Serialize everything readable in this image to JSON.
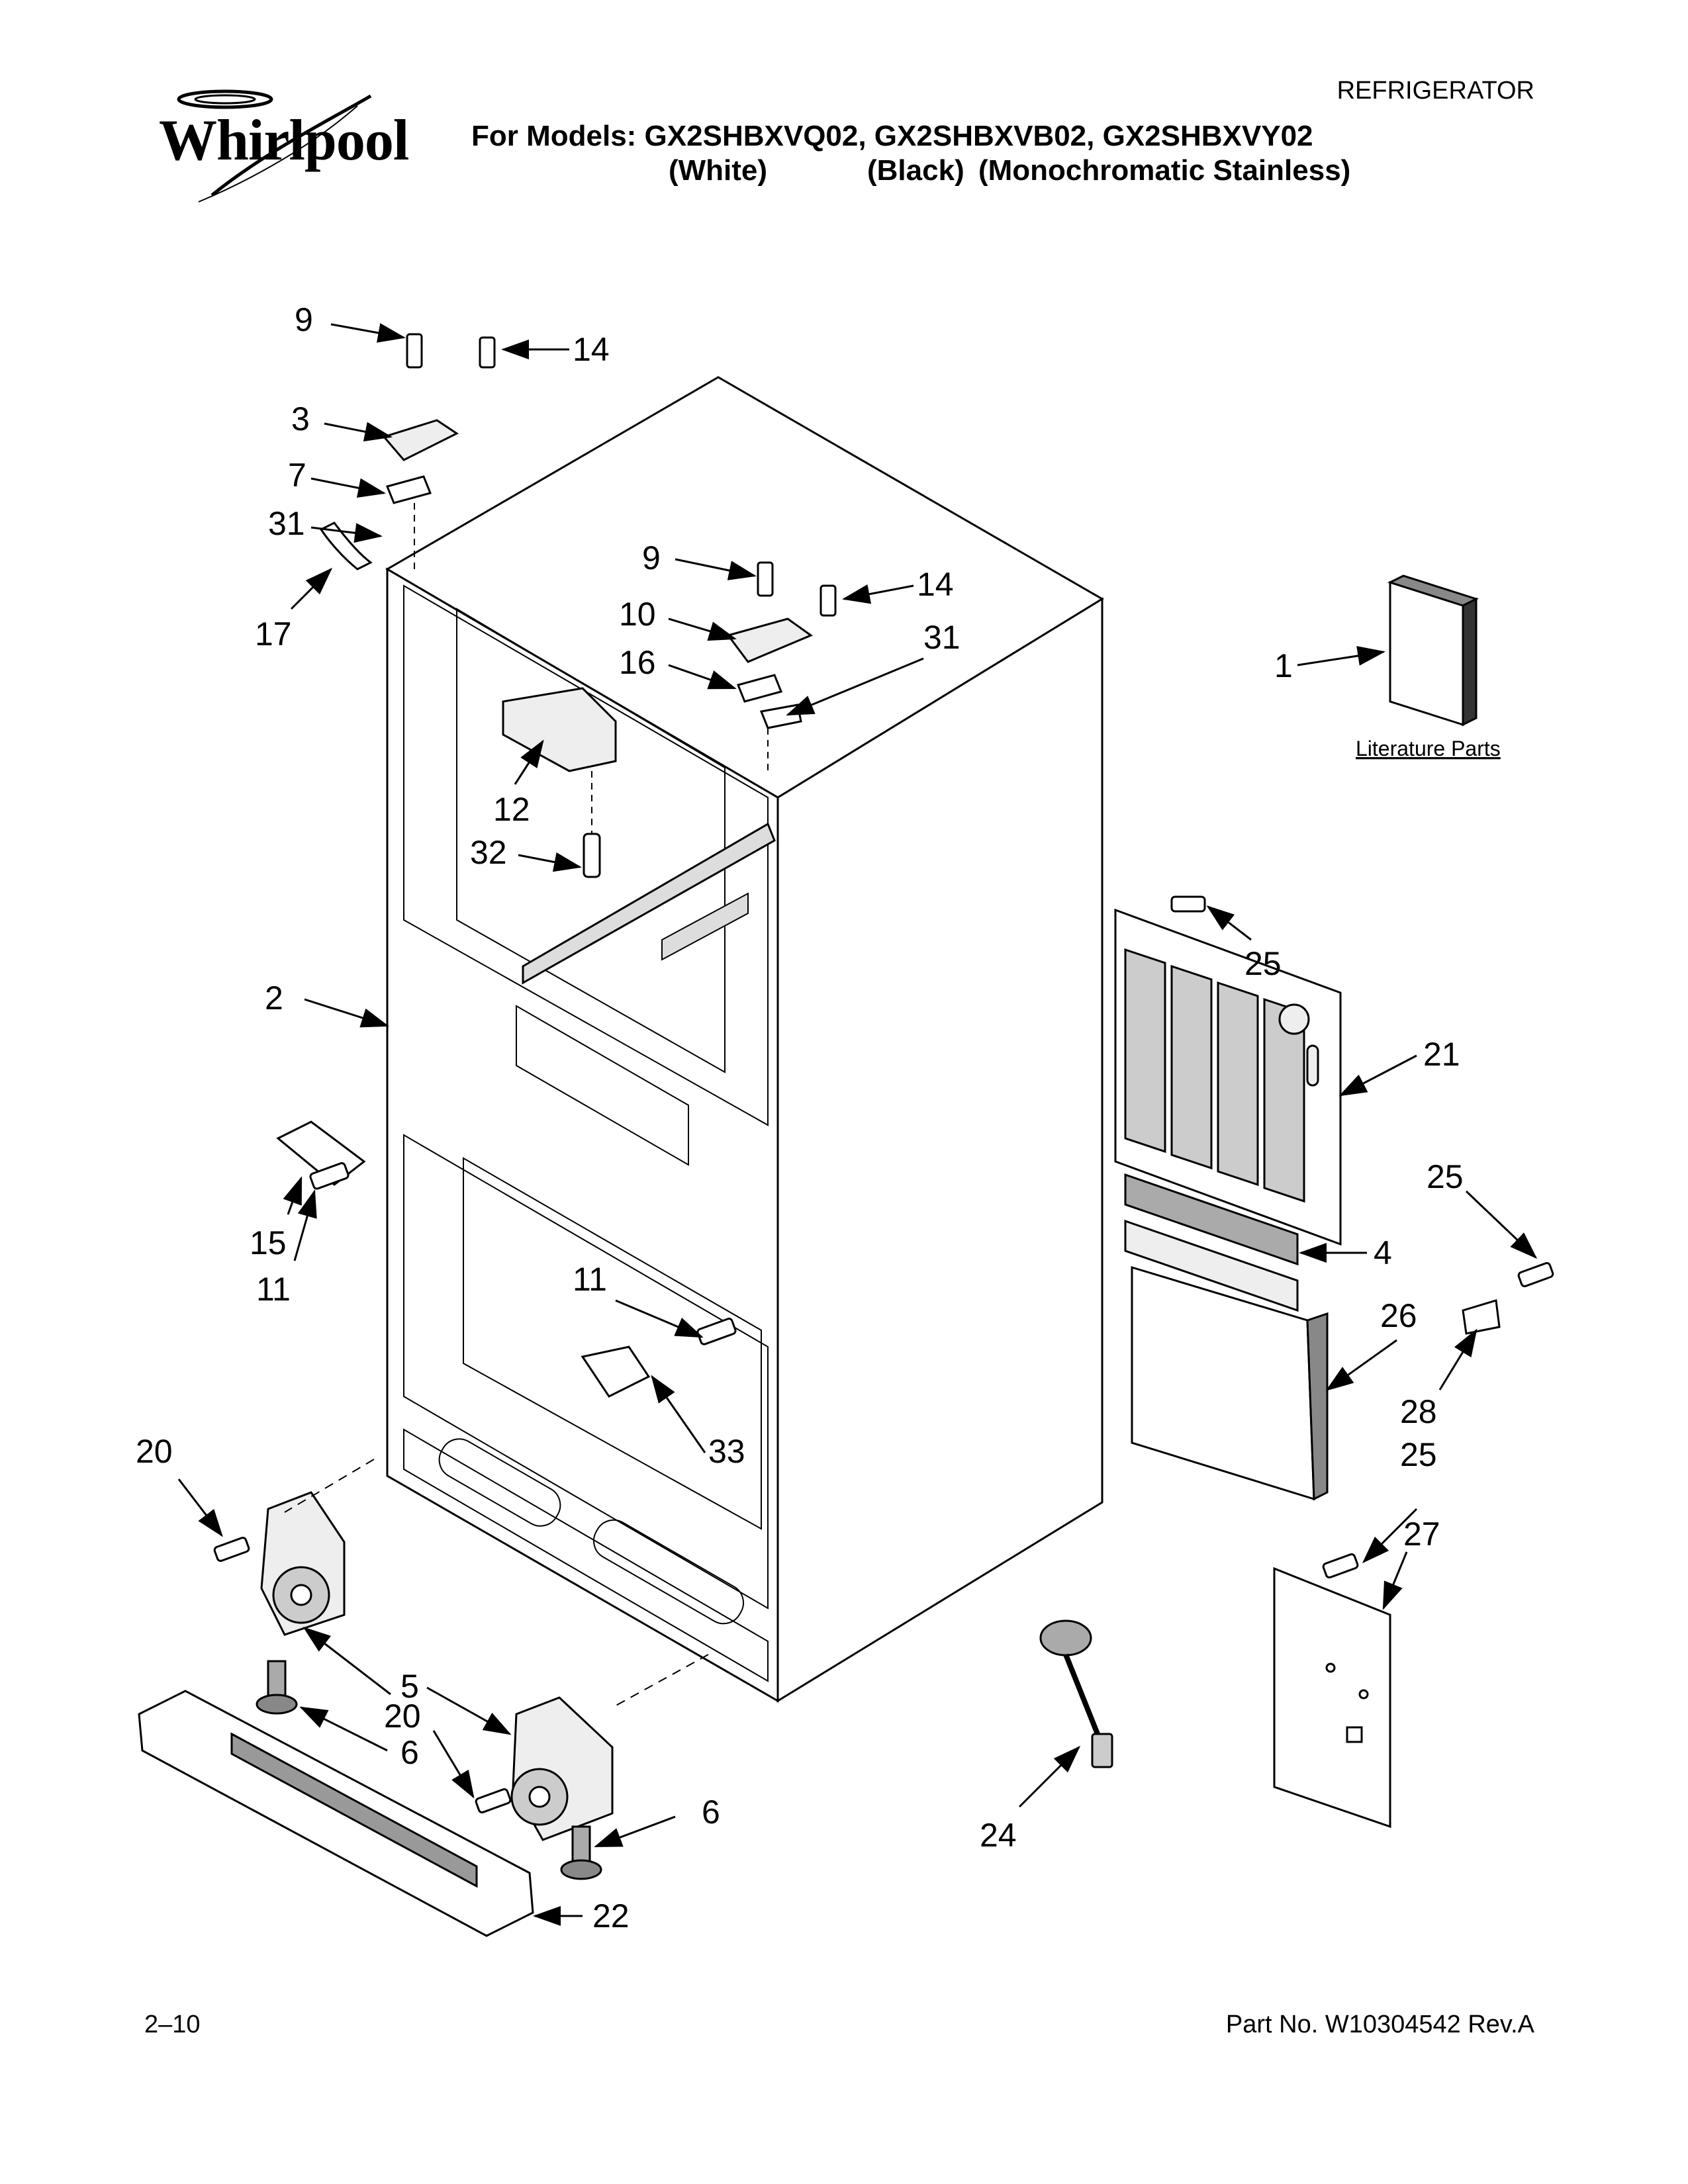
{
  "header": {
    "brand": "Whirlpool",
    "category": "REFRIGERATOR",
    "models_line": "For Models: GX2SHBXVQ02, GX2SHBXVB02, GX2SHBXVY02",
    "color_white": "(White)",
    "color_black": "(Black)",
    "color_stainless": "(Monochromatic Stainless)"
  },
  "diagram": {
    "literature_label": "Literature Parts",
    "callouts": [
      "9",
      "14",
      "3",
      "7",
      "31",
      "17",
      "9",
      "14",
      "10",
      "31",
      "16",
      "1",
      "12",
      "32",
      "25",
      "2",
      "21",
      "25",
      "15",
      "11",
      "4",
      "11",
      "26",
      "28",
      "33",
      "25",
      "20",
      "27",
      "5",
      "20",
      "6",
      "6",
      "24",
      "22"
    ]
  },
  "footer": {
    "page": "2–10",
    "part_no": "Part No. W10304542 Rev.A"
  }
}
